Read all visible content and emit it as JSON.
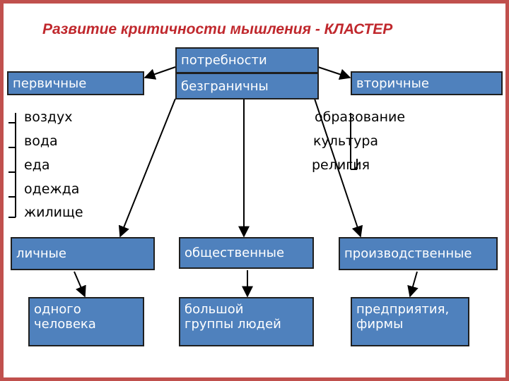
{
  "title": "Развитие критичности мышления - КЛАСТЕР",
  "center": {
    "top": "потребности",
    "bottom": "безграничны"
  },
  "primary": {
    "label": "первичные",
    "items": [
      "воздух",
      "вода",
      "еда",
      "одежда",
      "жилище"
    ]
  },
  "secondary": {
    "label": "вторичные",
    "items": [
      "образование",
      "культура",
      "религия"
    ]
  },
  "level2": {
    "personal": "личные",
    "social": "общественные",
    "production": "производственные"
  },
  "level3": {
    "personal_line1": "одного",
    "personal_line2": "человека",
    "social_line1": "большой",
    "social_line2": "группы людей",
    "production_line1": "предприятия,",
    "production_line2": "фирмы"
  },
  "colors": {
    "box_fill": "#4f81bd",
    "title": "#c0282d",
    "frame": "#c0504d"
  }
}
